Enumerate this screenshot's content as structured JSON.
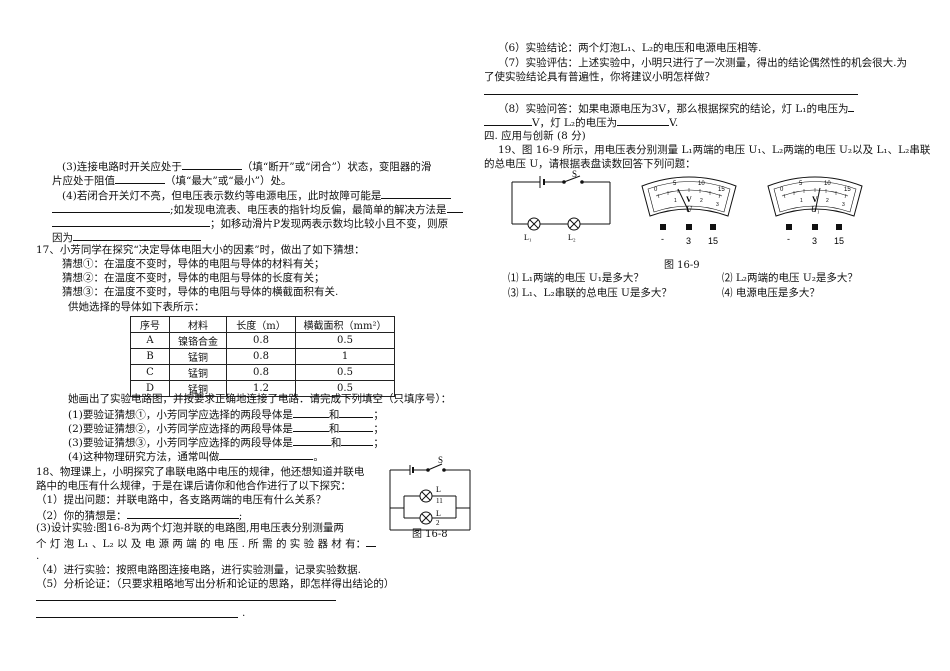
{
  "left": {
    "q16_3": [
      "(3)连接电路时开关应处于",
      "（填“断开”或“闭合”）状态，变阻器的滑",
      "片应处于阻值",
      "（填“最大”或“最小”）处。"
    ],
    "q16_4": [
      "(4)若闭合开关灯不亮，但电压表示数约等电源电压，此时故障可能是",
      ";如发现电流表、电压表的指针均反偏，最简单的解决方法是",
      "；如移动滑片P发现两表示数均比较小且不变，则原",
      "因为"
    ],
    "q17": {
      "intro": "17、小芳同学在探究“决定导体电阻大小的因素”时，做出了如下猜想：",
      "g1": "猜想①：在温度不变时，导体的电阻与导体的材料有关；",
      "g2": "猜想②：在温度不变时，导体的电阻与导体的长度有关；",
      "g3": "猜想③：在温度不变时，导体的电阻与导体的横截面积有关.",
      "table_intro": "供她选择的导体如下表所示：",
      "table": {
        "headers": [
          "序号",
          "材料",
          "长度（m）",
          "横截面积（mm²）"
        ],
        "rows": [
          [
            "A",
            "镍铬合金",
            "0.8",
            "0.5"
          ],
          [
            "B",
            "锰铜",
            "0.8",
            "1"
          ],
          [
            "C",
            "锰铜",
            "0.8",
            "0.5"
          ],
          [
            "D",
            "锰铜",
            "1.2",
            "0.5"
          ]
        ]
      },
      "after": "她画出了实验电路图，并按要求正确地连接了电路．请完成下列填空（只填序号）：",
      "s1": [
        "(1)要验证猜想①，小芳同学应选择的两段导体是",
        "和",
        "；"
      ],
      "s2": [
        "(2)要验证猜想②，小芳同学应选择的两段导体是",
        "和",
        "；"
      ],
      "s3": [
        "(3)要验证猜想③，小芳同学应选择的两段导体是",
        "和",
        "；"
      ],
      "s4": [
        "(4)这种物理研究方法，通常叫做",
        "。"
      ]
    },
    "q18": {
      "l1": "18、物理课上，小明探究了串联电路中电压的规律，他还想知道并联电",
      "l2": "路中的电压有什么规律，于是在课后请你和他合作进行了以下探究：",
      "l3": "（1）提出问题：并联电路中，各支路两端的电压有什么关系？",
      "l4": "（2）你的猜想是：",
      "l5": "(3)设计实验:图16-8为两个灯泡并联的电路图,用电压表分别测量两",
      "l6": "个 灯 泡 L₁ 、L₂ 以 及 电 源 两 端 的 电 压 . 所 需 的 实 验 器 材 有：",
      "l8": "（4）进行实验：按照电路图连接电路，进行实验测量，记录实验数据.",
      "l9": "（5）分析论证：（只要求粗略地写出分析和论证的思路，即怎样得出结论的）",
      "fig": "图 16-8",
      "labels": {
        "S": "S",
        "L1a": "L",
        "L1b": "11",
        "L2a": "L",
        "L2b": "2"
      }
    }
  },
  "right": {
    "q6": "（6）实验结论：两个灯泡L₁、L₂的电压和电源电压相等.",
    "q7a": "（7）实验评估：上述实验中，小明只进行了一次测量，得出的结论偶然性的机会很大.为",
    "q7b": "了使实验结论具有普遍性，你将建议小明怎样做？",
    "q8a": [
      "（8）实验问答：如果电源电压为3V，那么根据探究的结论，灯 L₁的电压为",
      ""
    ],
    "q8b": [
      "V，灯 L₂的电压为",
      "V."
    ],
    "section": "四. 应用与创新 (8 分)",
    "q19a": "19、图 16-9 所示，用电压表分别测量 L₁两端的电压 U₁、L₂两端的电压 U₂以及 L₁、L₂串联",
    "q19b": "的总电压 U，请根据表盘读数回答下列问题：",
    "fig": "图 16-9",
    "labels": {
      "S": "S",
      "L1": "L₁",
      "L2": "L₂",
      "V": "V",
      "U": "U",
      "U1": "U₁"
    },
    "meter_ticks": [
      "0",
      "5",
      "10",
      "15",
      "1",
      "2",
      "3"
    ],
    "terminals": [
      "-",
      "3",
      "15"
    ],
    "p1": "⑴   L₁两端的电压 U₁是多大？",
    "p2": "⑵   L₂两端的电压 U₂是多大？",
    "p3": "⑶   L₁、L₂串联的总电压 U是多大？",
    "p4": "⑷    电源电压是多大？"
  }
}
